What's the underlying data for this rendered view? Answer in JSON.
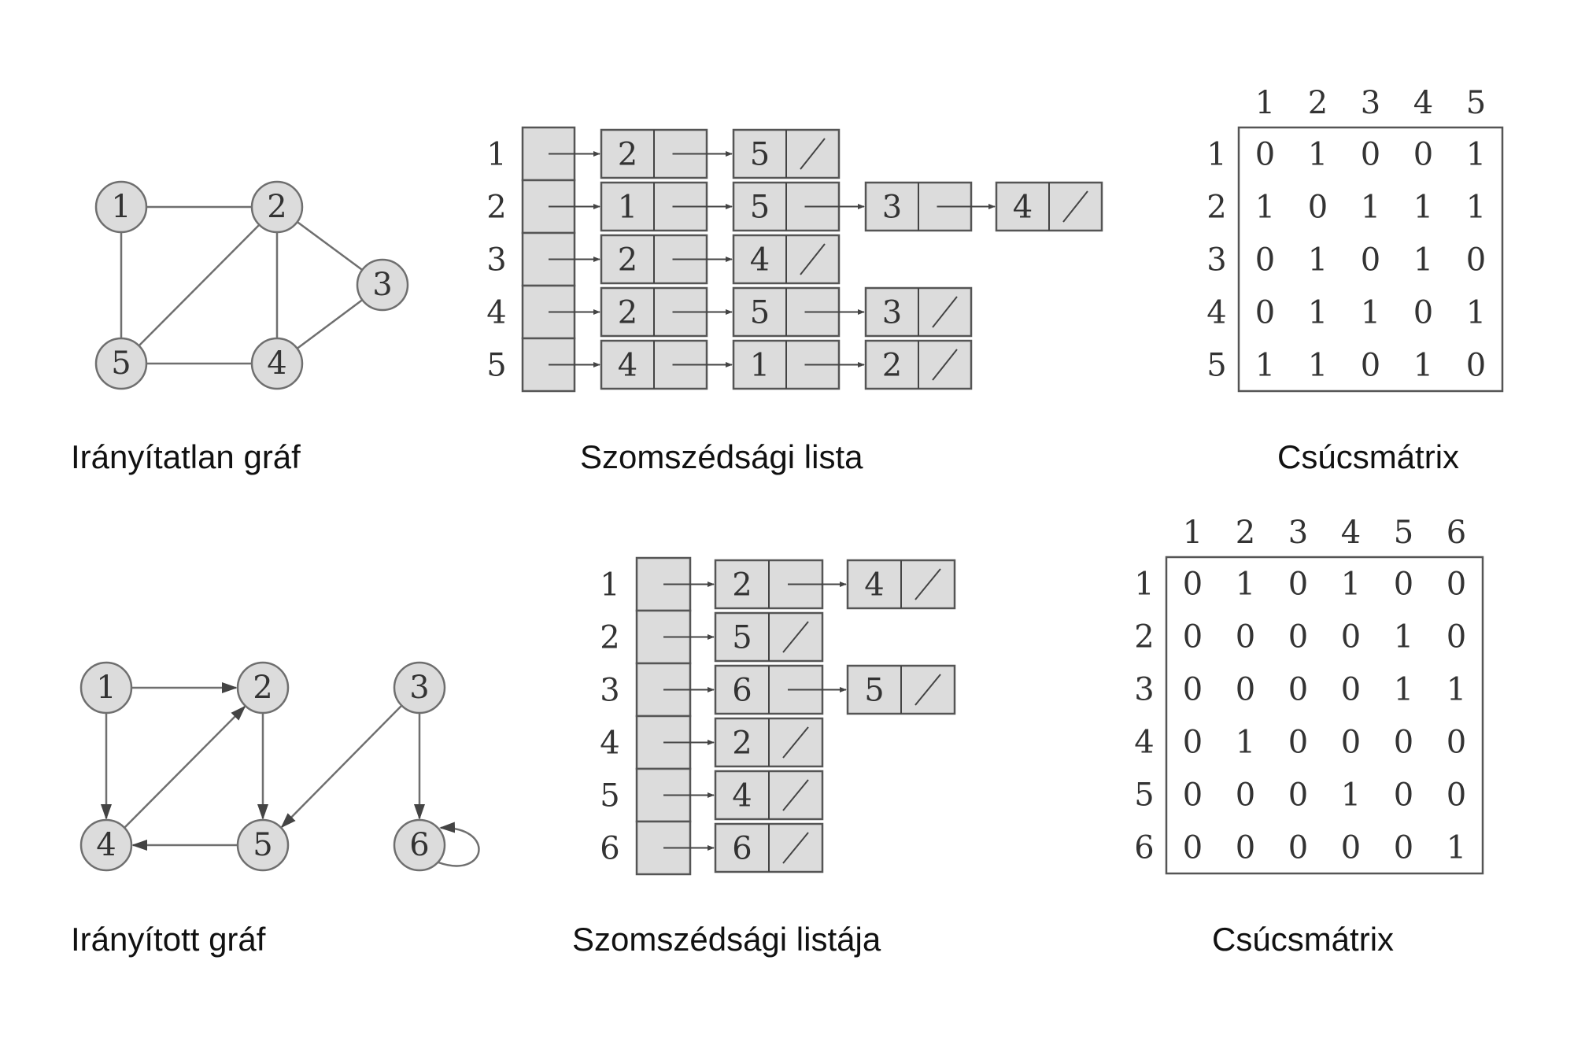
{
  "colors": {
    "node_fill": "#dcdcdc",
    "stroke": "#6f6f6f",
    "text": "#333333"
  },
  "undirected": {
    "caption": "Irányítatlan gráf",
    "nodes": [
      "1",
      "2",
      "3",
      "4",
      "5"
    ],
    "edges": [
      [
        "1",
        "2"
      ],
      [
        "1",
        "5"
      ],
      [
        "2",
        "5"
      ],
      [
        "2",
        "4"
      ],
      [
        "2",
        "3"
      ],
      [
        "3",
        "4"
      ],
      [
        "4",
        "5"
      ]
    ],
    "list_caption": "Szomszédsági lista",
    "list": [
      {
        "vertex": "1",
        "neighbors": [
          "2",
          "5"
        ]
      },
      {
        "vertex": "2",
        "neighbors": [
          "1",
          "5",
          "3",
          "4"
        ]
      },
      {
        "vertex": "3",
        "neighbors": [
          "2",
          "4"
        ]
      },
      {
        "vertex": "4",
        "neighbors": [
          "2",
          "5",
          "3"
        ]
      },
      {
        "vertex": "5",
        "neighbors": [
          "4",
          "1",
          "2"
        ]
      }
    ],
    "matrix_caption": "Csúcsmátrix",
    "matrix_headers": [
      "1",
      "2",
      "3",
      "4",
      "5"
    ],
    "matrix": [
      [
        "0",
        "1",
        "0",
        "0",
        "1"
      ],
      [
        "1",
        "0",
        "1",
        "1",
        "1"
      ],
      [
        "0",
        "1",
        "0",
        "1",
        "0"
      ],
      [
        "0",
        "1",
        "1",
        "0",
        "1"
      ],
      [
        "1",
        "1",
        "0",
        "1",
        "0"
      ]
    ]
  },
  "directed": {
    "caption": "Irányított gráf",
    "nodes": [
      "1",
      "2",
      "3",
      "4",
      "5",
      "6"
    ],
    "edges": [
      [
        "1",
        "2"
      ],
      [
        "1",
        "4"
      ],
      [
        "4",
        "2"
      ],
      [
        "2",
        "5"
      ],
      [
        "5",
        "4"
      ],
      [
        "3",
        "5"
      ],
      [
        "3",
        "6"
      ],
      [
        "6",
        "6"
      ]
    ],
    "list_caption": "Szomszédsági listája",
    "list": [
      {
        "vertex": "1",
        "neighbors": [
          "2",
          "4"
        ]
      },
      {
        "vertex": "2",
        "neighbors": [
          "5"
        ]
      },
      {
        "vertex": "3",
        "neighbors": [
          "6",
          "5"
        ]
      },
      {
        "vertex": "4",
        "neighbors": [
          "2"
        ]
      },
      {
        "vertex": "5",
        "neighbors": [
          "4"
        ]
      },
      {
        "vertex": "6",
        "neighbors": [
          "6"
        ]
      }
    ],
    "matrix_caption": "Csúcsmátrix",
    "matrix_headers": [
      "1",
      "2",
      "3",
      "4",
      "5",
      "6"
    ],
    "matrix": [
      [
        "0",
        "1",
        "0",
        "1",
        "0",
        "0"
      ],
      [
        "0",
        "0",
        "0",
        "0",
        "1",
        "0"
      ],
      [
        "0",
        "0",
        "0",
        "0",
        "1",
        "1"
      ],
      [
        "0",
        "1",
        "0",
        "0",
        "0",
        "0"
      ],
      [
        "0",
        "0",
        "0",
        "1",
        "0",
        "0"
      ],
      [
        "0",
        "0",
        "0",
        "0",
        "0",
        "1"
      ]
    ]
  }
}
